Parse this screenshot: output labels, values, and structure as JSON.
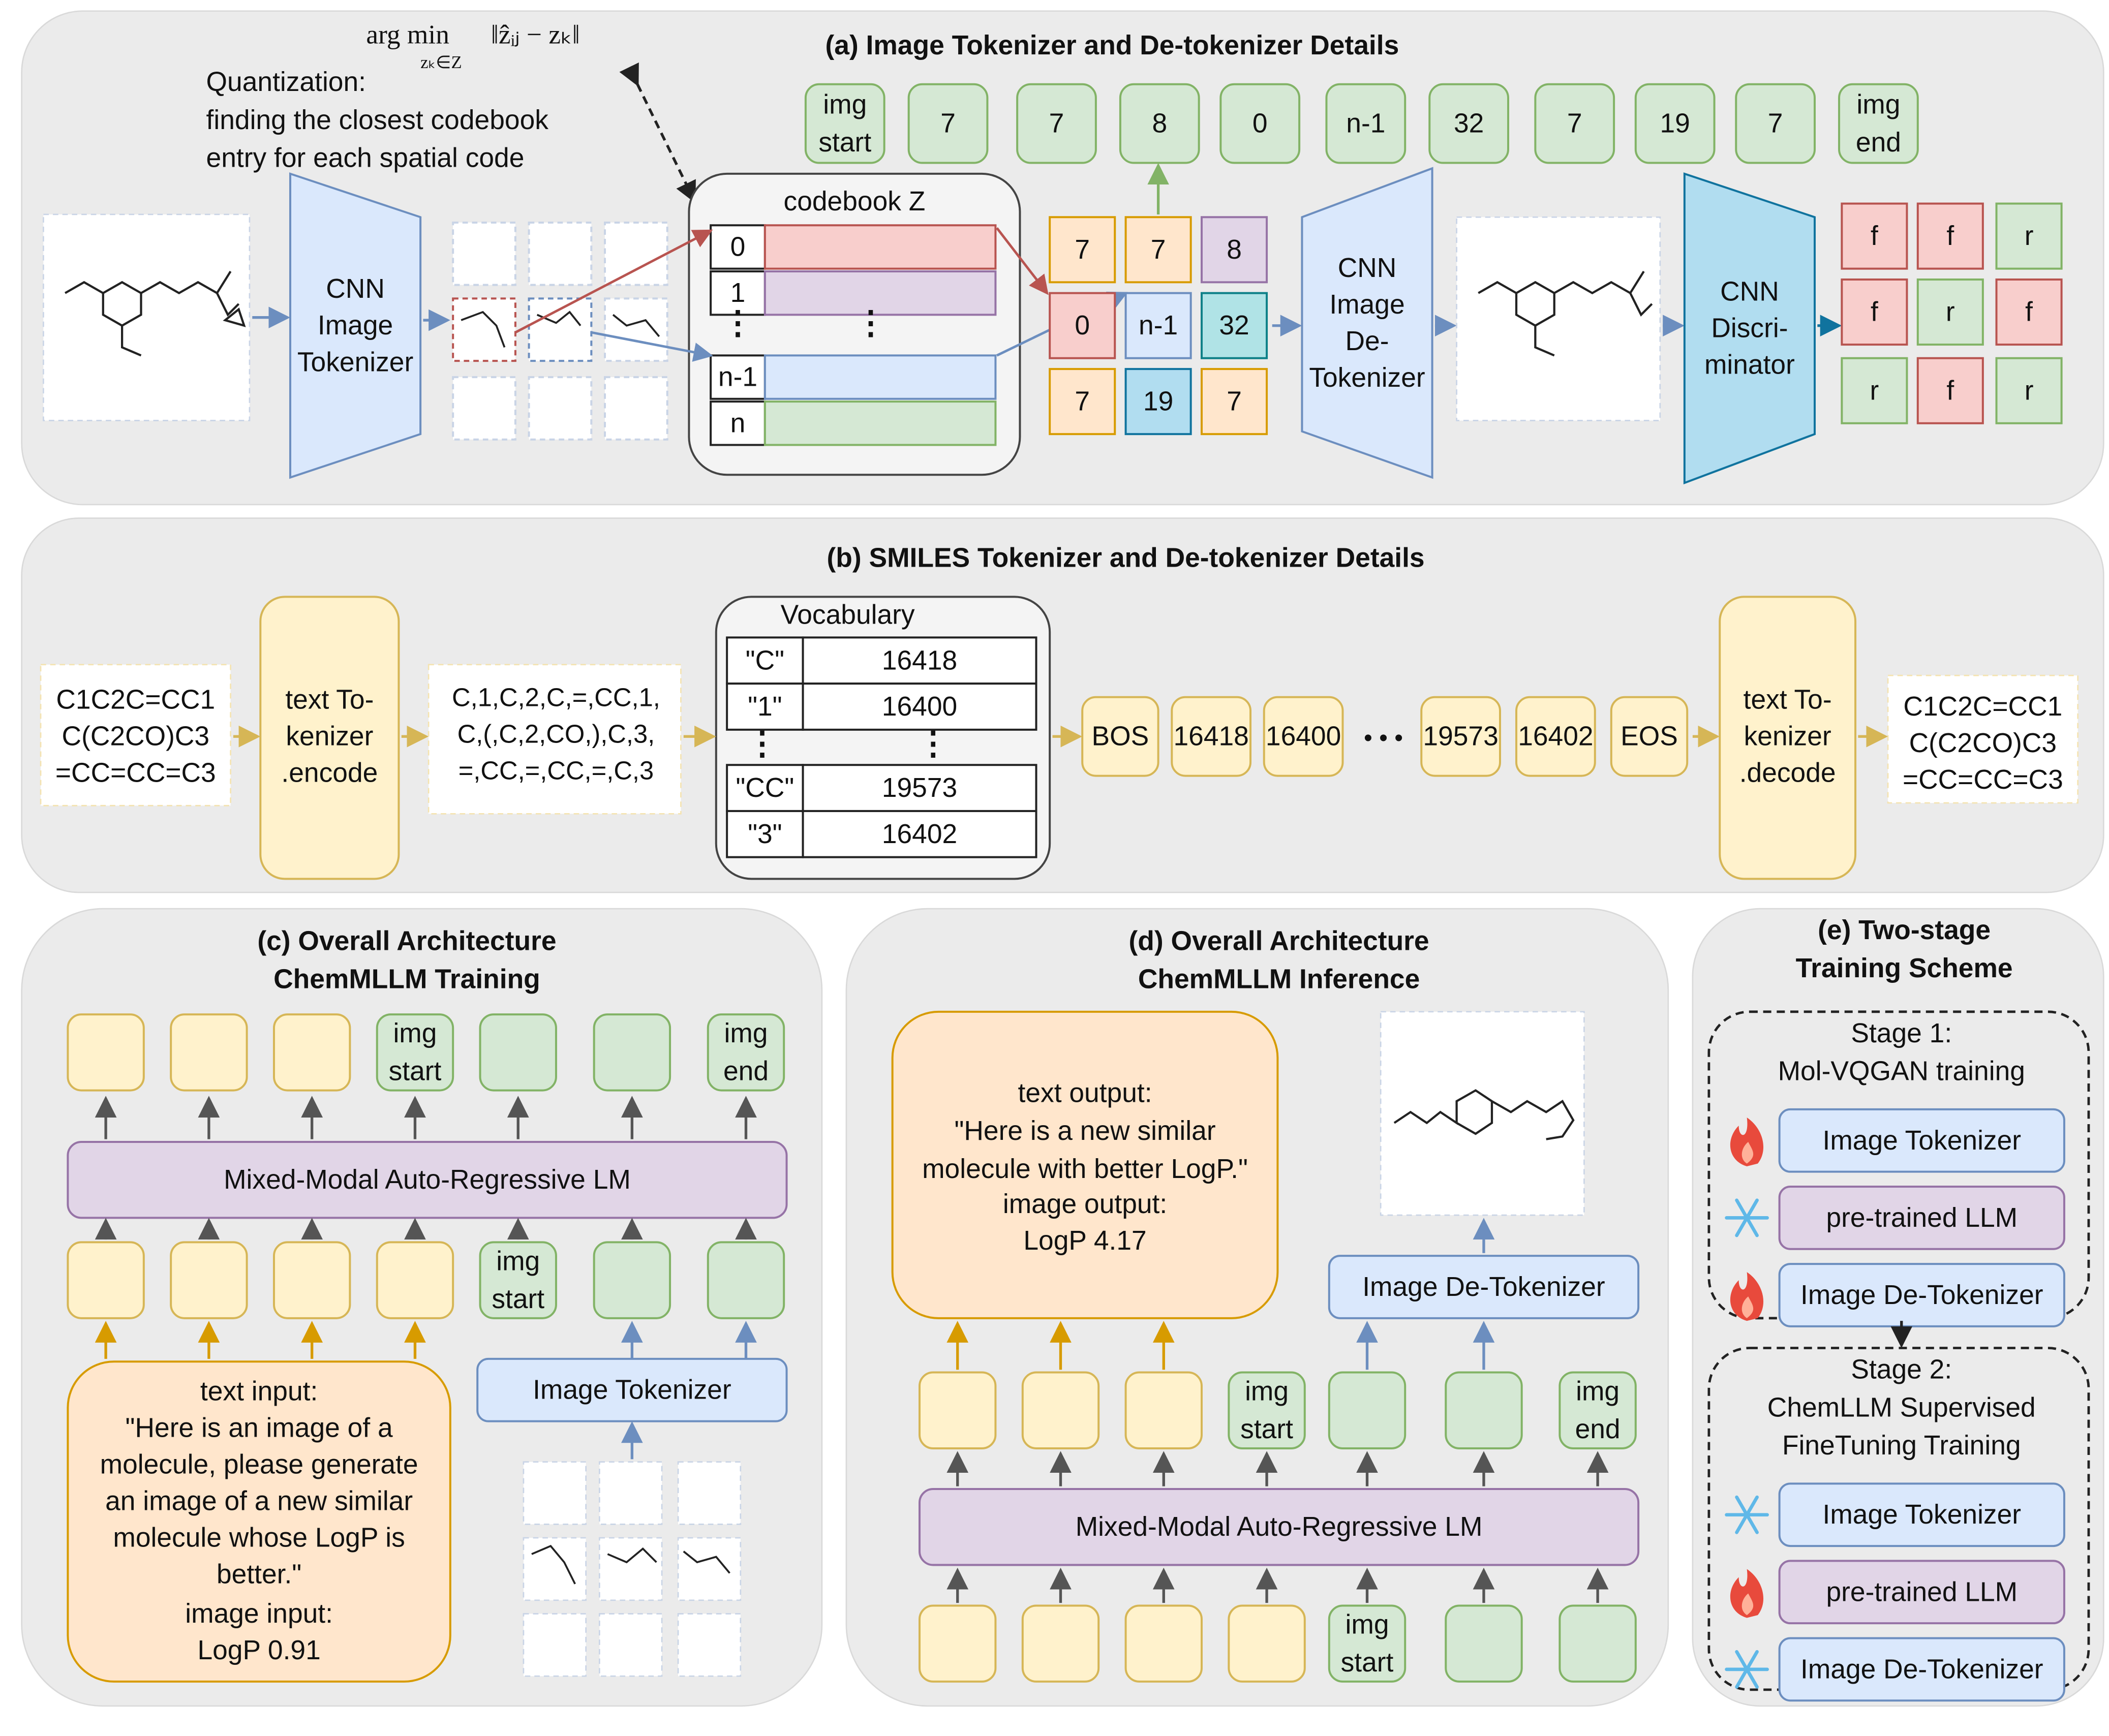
{
  "a": {
    "title": "(a) Image Tokenizer and De-tokenizer Details",
    "formula_main": "arg min",
    "formula_sub": "zₖ∈Z",
    "formula_norm": "‖ẑᵢⱼ − zₖ‖",
    "quant": [
      "Quantization:",
      "finding the closest codebook",
      "entry for each spatial code"
    ],
    "cnn_tok": [
      "CNN",
      "Image",
      "Tokenizer"
    ],
    "cnn_detok": [
      "CNN",
      "Image",
      "De-",
      "Tokenizer"
    ],
    "disc": [
      "CNN",
      "Discri-",
      "minator"
    ],
    "codebook_title": "codebook Z",
    "codebook_idx": [
      "0",
      "1",
      "n-1",
      "n"
    ],
    "tokens": [
      [
        "img",
        "start"
      ],
      [
        "7"
      ],
      [
        "7"
      ],
      [
        "8"
      ],
      [
        "0"
      ],
      [
        "n-1"
      ],
      [
        "32"
      ],
      [
        "7"
      ],
      [
        "19"
      ],
      [
        "7"
      ],
      [
        "img",
        "end"
      ]
    ],
    "grid": [
      "7",
      "7",
      "8",
      "0",
      "n-1",
      "32",
      "7",
      "19",
      "7"
    ],
    "fr": [
      "f",
      "f",
      "r",
      "f",
      "r",
      "f",
      "r",
      "f",
      "r"
    ]
  },
  "b": {
    "title": "(b) SMILES Tokenizer and De-tokenizer Details",
    "smiles": [
      "C1C2C=CC1",
      "C(C2CO)C3",
      "=CC=CC=C3"
    ],
    "enc": [
      "text To-",
      "kenizer",
      ".encode"
    ],
    "dec": [
      "text To-",
      "kenizer",
      ".decode"
    ],
    "tokens_str": [
      "C,1,C,2,C,=,CC,1,",
      "C,(,C,2,CO,),C,3,",
      "=,CC,=,CC,=,C,3"
    ],
    "vocab_title": "Vocabulary",
    "vocab": [
      [
        "\"C\"",
        "16418"
      ],
      [
        "\"1\"",
        "16400"
      ],
      [
        "\"CC\"",
        "19573"
      ],
      [
        "\"3\"",
        "16402"
      ]
    ],
    "ids": [
      "BOS",
      "16418",
      "16400",
      "19573",
      "16402",
      "EOS"
    ],
    "dots": "• • •"
  },
  "c": {
    "title": [
      "(c) Overall Architecture",
      "ChemMLLM Training"
    ],
    "lm": "Mixed-Modal Auto-Regressive LM",
    "img_start": [
      "img",
      "start"
    ],
    "img_end": [
      "img",
      "end"
    ],
    "img_tok": "Image Tokenizer",
    "text_input": [
      "text input:",
      "\"Here is an image of a",
      "molecule, please generate",
      "an image of a new similar",
      "molecule whose LogP is",
      "better.\""
    ],
    "image_input": [
      "image input:",
      "LogP 0.91"
    ]
  },
  "d": {
    "title": [
      "(d) Overall Architecture",
      "ChemMLLM Inference"
    ],
    "lm": "Mixed-Modal Auto-Regressive LM",
    "img_detok": "Image De-Tokenizer",
    "text_output": [
      "text output:",
      "\"Here is a new similar",
      "molecule with better LogP.\""
    ],
    "image_output": [
      "image output:",
      "LogP 4.17"
    ]
  },
  "e": {
    "title": [
      "(e) Two-stage",
      "Training Scheme"
    ],
    "stage1": [
      "Stage 1:",
      "Mol-VQGAN training"
    ],
    "stage2": [
      "Stage 2:",
      "ChemLLM Supervised",
      "FineTuning Training"
    ],
    "s1": [
      "Image Tokenizer",
      "pre-trained LLM",
      "Image De-Tokenizer"
    ],
    "s2": [
      "Image Tokenizer",
      "pre-trained LLM",
      "Image De-Tokenizer"
    ]
  },
  "colors": {
    "panel": "#ebebeb",
    "yellow": "#fff2cc",
    "yellow_s": "#d6b656",
    "green": "#d5e8d4",
    "green_s": "#82b366",
    "blue": "#dae8fc",
    "blue_s": "#6c8ebf",
    "red": "#f8cecc",
    "red_s": "#b85450",
    "purple": "#e1d5e7",
    "purple_s": "#9673a6",
    "orange": "#ffe6cc",
    "orange_s": "#d79b00",
    "teal": "#b1ddf0",
    "teal_s": "#10739e"
  }
}
